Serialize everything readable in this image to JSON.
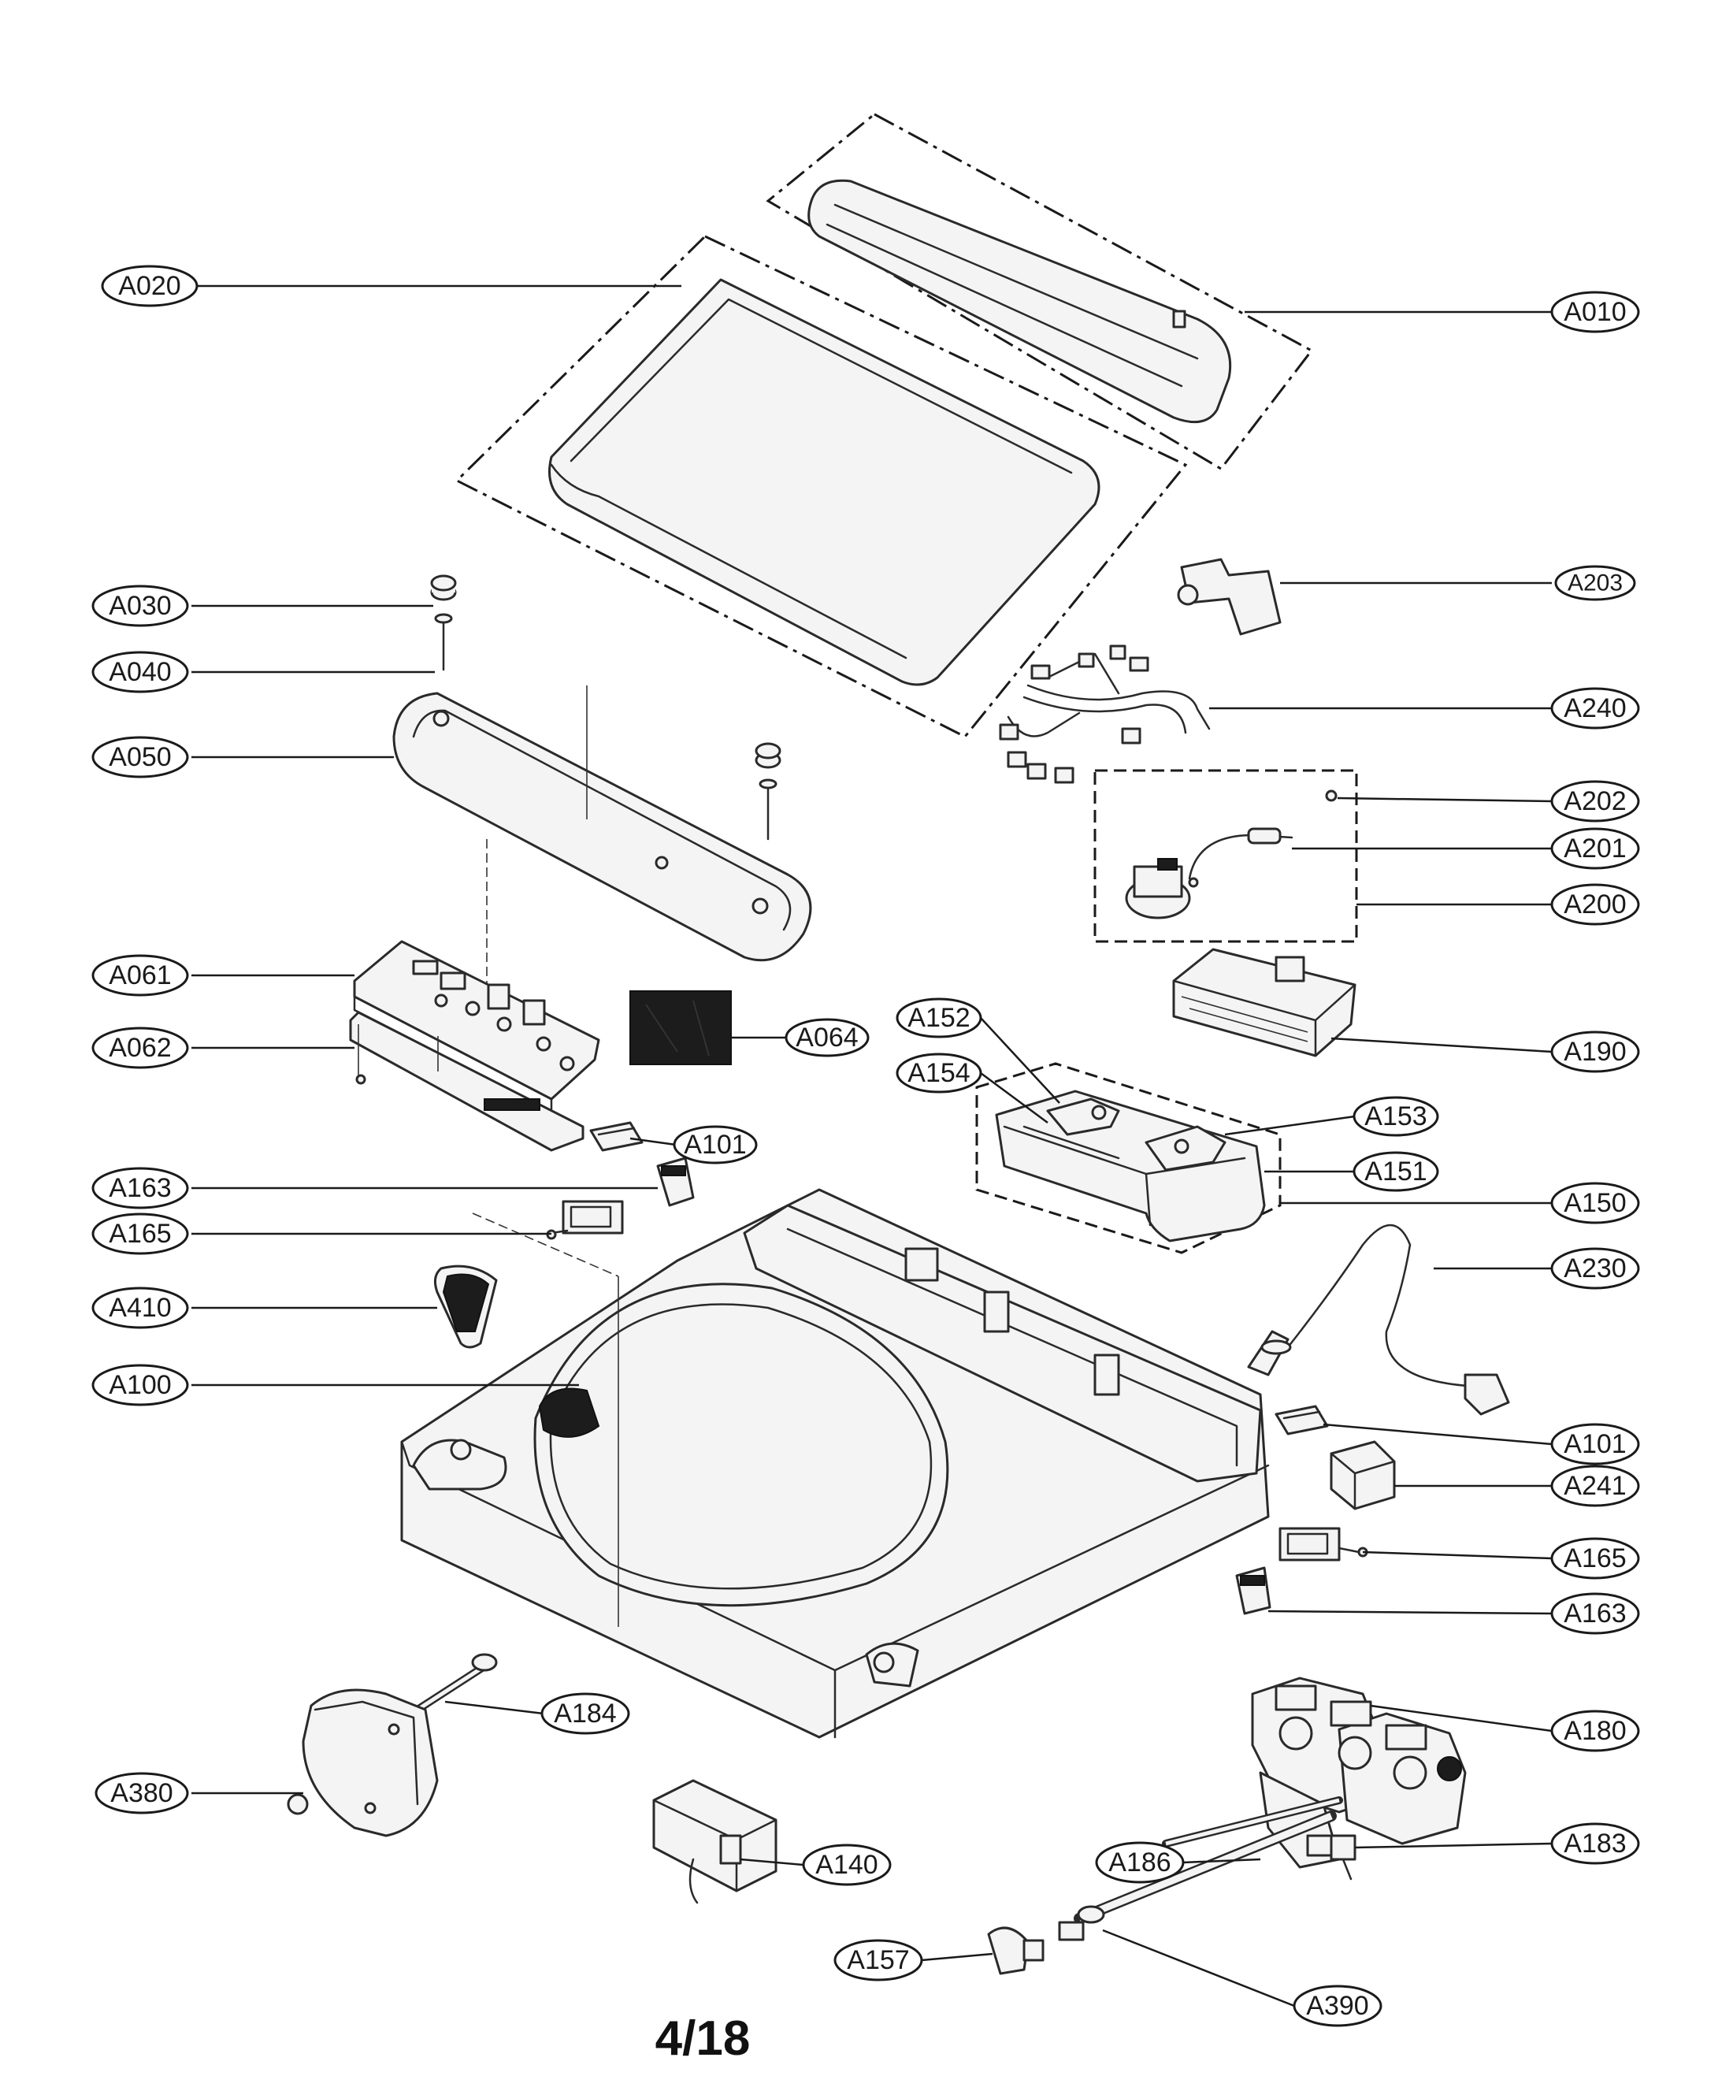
{
  "footer": {
    "page_number": "4/18"
  },
  "labels": {
    "A010": "A010",
    "A020": "A020",
    "A030": "A030",
    "A040": "A040",
    "A050": "A050",
    "A061": "A061",
    "A062": "A062",
    "A064": "A064",
    "A100": "A100",
    "A101": "A101",
    "A140": "A140",
    "A150": "A150",
    "A151": "A151",
    "A152": "A152",
    "A153": "A153",
    "A154": "A154",
    "A157": "A157",
    "A163": "A163",
    "A165": "A165",
    "A180": "A180",
    "A183": "A183",
    "A184": "A184",
    "A186": "A186",
    "A190": "A190",
    "A200": "A200",
    "A201": "A201",
    "A202": "A202",
    "A203": "A203",
    "A230": "A230",
    "A240": "A240",
    "A241": "A241",
    "A380": "A380",
    "A390": "A390",
    "A410": "A410"
  }
}
